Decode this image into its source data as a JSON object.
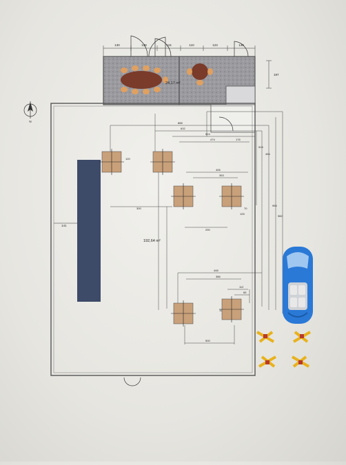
{
  "rooms": {
    "office_area": "24,17 m²",
    "hall_area": "192,64 m²"
  },
  "top_dims": [
    "130",
    "128",
    "115",
    "110",
    "123",
    "140"
  ],
  "side_dim_top": "197",
  "side_dim_left": "141",
  "internal_dims": {
    "d888": "888",
    "d632": "632",
    "d524": "524",
    "d474": "474",
    "d176": "176",
    "d519": "519",
    "d454": "454",
    "d954": "954",
    "d982": "982",
    "d406": "406",
    "d353": "353",
    "d70": "70",
    "d125": "125",
    "d300": "300",
    "d290": "290",
    "d500": "500",
    "d448": "448",
    "d386": "386",
    "d112": "112",
    "d65": "65",
    "d120": "120",
    "d110": "110"
  },
  "north": "N",
  "colors": {
    "wall": "#555555",
    "dim_line": "#333333",
    "lift_post": "#c8a07a",
    "blue_bar": "#3d4a68",
    "car_body": "#2a79d6",
    "arm_yellow": "#e8b21c",
    "arm_red": "#b83a2b"
  }
}
